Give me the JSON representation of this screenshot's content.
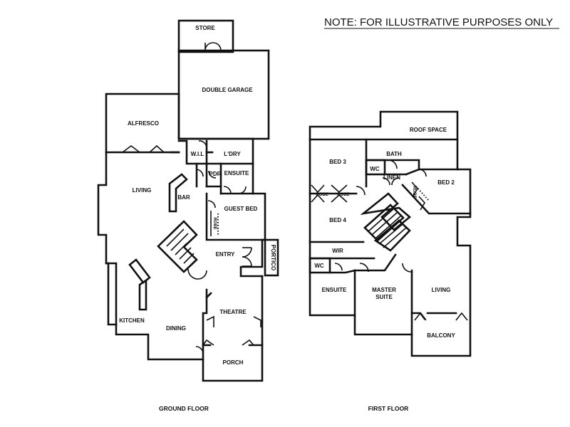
{
  "note": "NOTE: FOR ILLUSTRATIVE PURPOSES ONLY",
  "ground_floor": {
    "title": "GROUND FLOOR",
    "rooms": {
      "store": "STORE",
      "double_garage": "DOUBLE GARAGE",
      "alfresco": "ALFRESCO",
      "wil": "W.I.L",
      "laundry": "L'DRY",
      "pdr": "PDR",
      "ensuite": "ENSUITE",
      "living": "LIVING",
      "bar": "BAR",
      "guest_bed": "GUEST BED",
      "robe": "ROBE",
      "entry": "ENTRY",
      "portico": "PORTICO",
      "kitchen": "KITCHEN",
      "dining": "DINING",
      "theatre": "THEATRE",
      "porch": "PORCH"
    }
  },
  "first_floor": {
    "title": "FIRST FLOOR",
    "rooms": {
      "roof_space": "ROOF SPACE",
      "bed3": "BED 3",
      "bath": "BATH",
      "wc_upper": "WC",
      "linen": "LINEN",
      "bed2": "BED 2",
      "robe_left": "ROBE",
      "robe_mid": "ROBE",
      "robe_bed2": "ROBE",
      "bed4": "BED 4",
      "wir": "WIR",
      "wc_lower": "WC",
      "ensuite": "ENSUITE",
      "master_suite_line1": "MASTER",
      "master_suite_line2": "SUITE",
      "living": "LIVING",
      "balcony": "BALCONY"
    }
  }
}
